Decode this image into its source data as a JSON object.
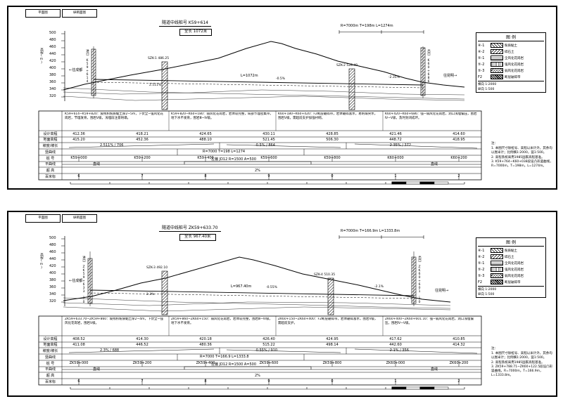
{
  "panels": [
    {
      "corner": {
        "box1": "平面图",
        "box2": "纵断面图"
      },
      "header": {
        "title1": "隧道中线桩号 K59+614",
        "title2": "全长 1072米",
        "curve_info": "R=7000m T=198m L=1274m"
      },
      "axis": {
        "label": "高程(m)",
        "values": [
          "500",
          "480",
          "460",
          "440",
          "420",
          "400",
          "380",
          "360",
          "340",
          "320"
        ]
      },
      "directions": {
        "left": "←往成都",
        "right": "往昆明→"
      },
      "portals": {
        "left": "进口 K59+614",
        "right": "出口 K60+686"
      },
      "tunnel_length": "L=1072m",
      "slopes": [
        "2.511%",
        "-0.5%",
        "-2.35%"
      ],
      "boreholes": [
        "SZK-1 486.25",
        "SZK-2 528.40"
      ],
      "geology_blocks": [
        "K59+614~K59+820：坡残积粉质黏土厚2~5m，下伏全~强风化花岗岩，节理发育，围岩Ⅴ级，浅埋段注意坍塌。",
        "K59+820~K60+180：弱风化花岗岩，岩体较完整，局部节理密集带，地下水不发育，围岩Ⅲ~Ⅳ级。",
        "K60+180~K60+420：F2断层破碎带，岩体破碎富水，易坍塌突水，围岩Ⅴ级，需超前支护加强衬砌。",
        "K60+420~K60+686：强~弱风化花岗岩，洞口浅埋偏压，围岩Ⅳ~Ⅴ级，及时封闭成环。"
      ],
      "table": {
        "row_labels": [
          "设计高程",
          "地面高程",
          "坡度/坡长",
          "竖曲线",
          "桩 号",
          "平曲线",
          "超 高",
          "百米标"
        ],
        "design_elev": [
          "412.36",
          "418.21",
          "424.65",
          "430.11",
          "428.85",
          "421.46",
          "414.60"
        ],
        "ground_elev": [
          "415.20",
          "452.36",
          "488.10",
          "521.45",
          "506.30",
          "448.72",
          "418.95"
        ],
        "grade_cells": [
          "2.511% / 706",
          "-0.5% / 864",
          "-2.35% / 372"
        ],
        "vcurve": "R=7000 T=198 L=1274",
        "chainage": [
          "K59+000",
          "K59+200",
          "K59+400",
          "K59+600",
          "K59+800",
          "K60+000",
          "K60+200"
        ],
        "alignment": {
          "left": "直线",
          "mid": "左偏 JD12 R=1500 A=500",
          "right": "直线"
        },
        "superelev": "2%",
        "hm": [
          "6",
          "7",
          "8",
          "9",
          "0",
          "1",
          "2"
        ]
      },
      "legend": {
        "title": "图 例",
        "items": [
          {
            "sym": "④-1",
            "label": "粉质黏土"
          },
          {
            "sym": "④-2",
            "label": "碎石土"
          },
          {
            "sym": "⑤-1",
            "label": "全风化花岗岩"
          },
          {
            "sym": "⑤-2",
            "label": "强风化花岗岩"
          },
          {
            "sym": "⑤-3",
            "label": "弱风化花岗岩"
          },
          {
            "sym": "F2",
            "label": "断层破碎带"
          }
        ],
        "scale1": "横向 1:2000",
        "scale2": "纵向 1:500"
      },
      "notes": {
        "title": "注：",
        "lines": [
          "1. 本图尺寸除桩号、高程以米计外，其余均以厘米计；比例横1:2000，竖1:500。",
          "2. 高程系统采用1985国家高程基准。",
          "3. K59+764~K60+038段设凸形竖曲线，R=7000m，T=198m，L=1274m。"
        ]
      }
    },
    {
      "corner": {
        "box1": "平面图",
        "box2": "纵断面图"
      },
      "header": {
        "title1": "隧道中线桩号 ZK59+633.70",
        "title2": "全长 967.40米",
        "curve_info": "R=7000m T=166.9m L=1333.8m"
      },
      "axis": {
        "label": "高程(m)",
        "values": [
          "500",
          "480",
          "460",
          "440",
          "420",
          "400",
          "380",
          "360",
          "340",
          "320"
        ]
      },
      "directions": {
        "left": "←往成都",
        "right": "往昆明→"
      },
      "portals": {
        "left": "进口 ZK59+633.70",
        "right": "出口 ZK60+601.10"
      },
      "tunnel_length": "L=967.40m",
      "slopes": [
        "2.3%",
        "-0.55%",
        "-2.1%"
      ],
      "boreholes": [
        "SZK-3 492.10",
        "SZK-4 510.35"
      ],
      "geology_blocks": [
        "ZK59+633.70~ZK59+860：坡残积粉质黏土厚2~4m，下伏全~强风化花岗岩，围岩Ⅴ级。",
        "ZK59+860~ZK60+150：弱风化花岗岩，岩体较完整，围岩Ⅲ~Ⅳ级，地下水不发育。",
        "ZK60+150~ZK60+400：F2断层破碎带，岩体破碎富水，围岩Ⅴ级，需超前支护。",
        "ZK60+400~ZK60+601.10：强~弱风化花岗岩，洞口浅埋偏压，围岩Ⅳ~Ⅴ级。"
      ],
      "table": {
        "row_labels": [
          "设计高程",
          "地面高程",
          "坡度/坡长",
          "竖曲线",
          "桩 号",
          "平曲线",
          "超 高",
          "百米标"
        ],
        "design_elev": [
          "408.52",
          "414.30",
          "420.18",
          "426.40",
          "424.95",
          "417.62",
          "410.85"
        ],
        "ground_elev": [
          "411.08",
          "446.52",
          "480.36",
          "515.22",
          "498.14",
          "442.60",
          "414.32"
        ],
        "grade_cells": [
          "2.3% / 688",
          "-0.55% / 910",
          "-2.1% / 356"
        ],
        "vcurve": "R=7000 T=166.9 L=1333.8",
        "chainage": [
          "ZK59+000",
          "ZK59+200",
          "ZK59+400",
          "ZK59+600",
          "ZK59+800",
          "ZK60+000",
          "ZK60+200"
        ],
        "alignment": {
          "left": "直线",
          "mid": "左偏 JD12 R=1500 A=500",
          "right": "直线"
        },
        "superelev": "2%",
        "hm": [
          "6",
          "7",
          "8",
          "9",
          "0",
          "1",
          "2"
        ]
      },
      "legend": {
        "title": "图 例",
        "items": [
          {
            "sym": "④-1",
            "label": "粉质黏土"
          },
          {
            "sym": "④-2",
            "label": "碎石土"
          },
          {
            "sym": "⑤-1",
            "label": "全风化花岗岩"
          },
          {
            "sym": "⑤-2",
            "label": "强风化花岗岩"
          },
          {
            "sym": "⑤-3",
            "label": "弱风化花岗岩"
          },
          {
            "sym": "F2",
            "label": "断层破碎带"
          }
        ],
        "scale1": "横向 1:2000",
        "scale2": "纵向 1:500"
      },
      "notes": {
        "title": "注：",
        "lines": [
          "1. 本图尺寸除桩号、高程以米计外，其余均以厘米计；比例横1:2000，竖1:500。",
          "2. 高程系统采用1985国家高程基准。",
          "3. ZK59+788.71~ZK60+122.5段设凸形竖曲线，R=7000m，T=166.9m，L=1333.8m。"
        ]
      }
    }
  ]
}
